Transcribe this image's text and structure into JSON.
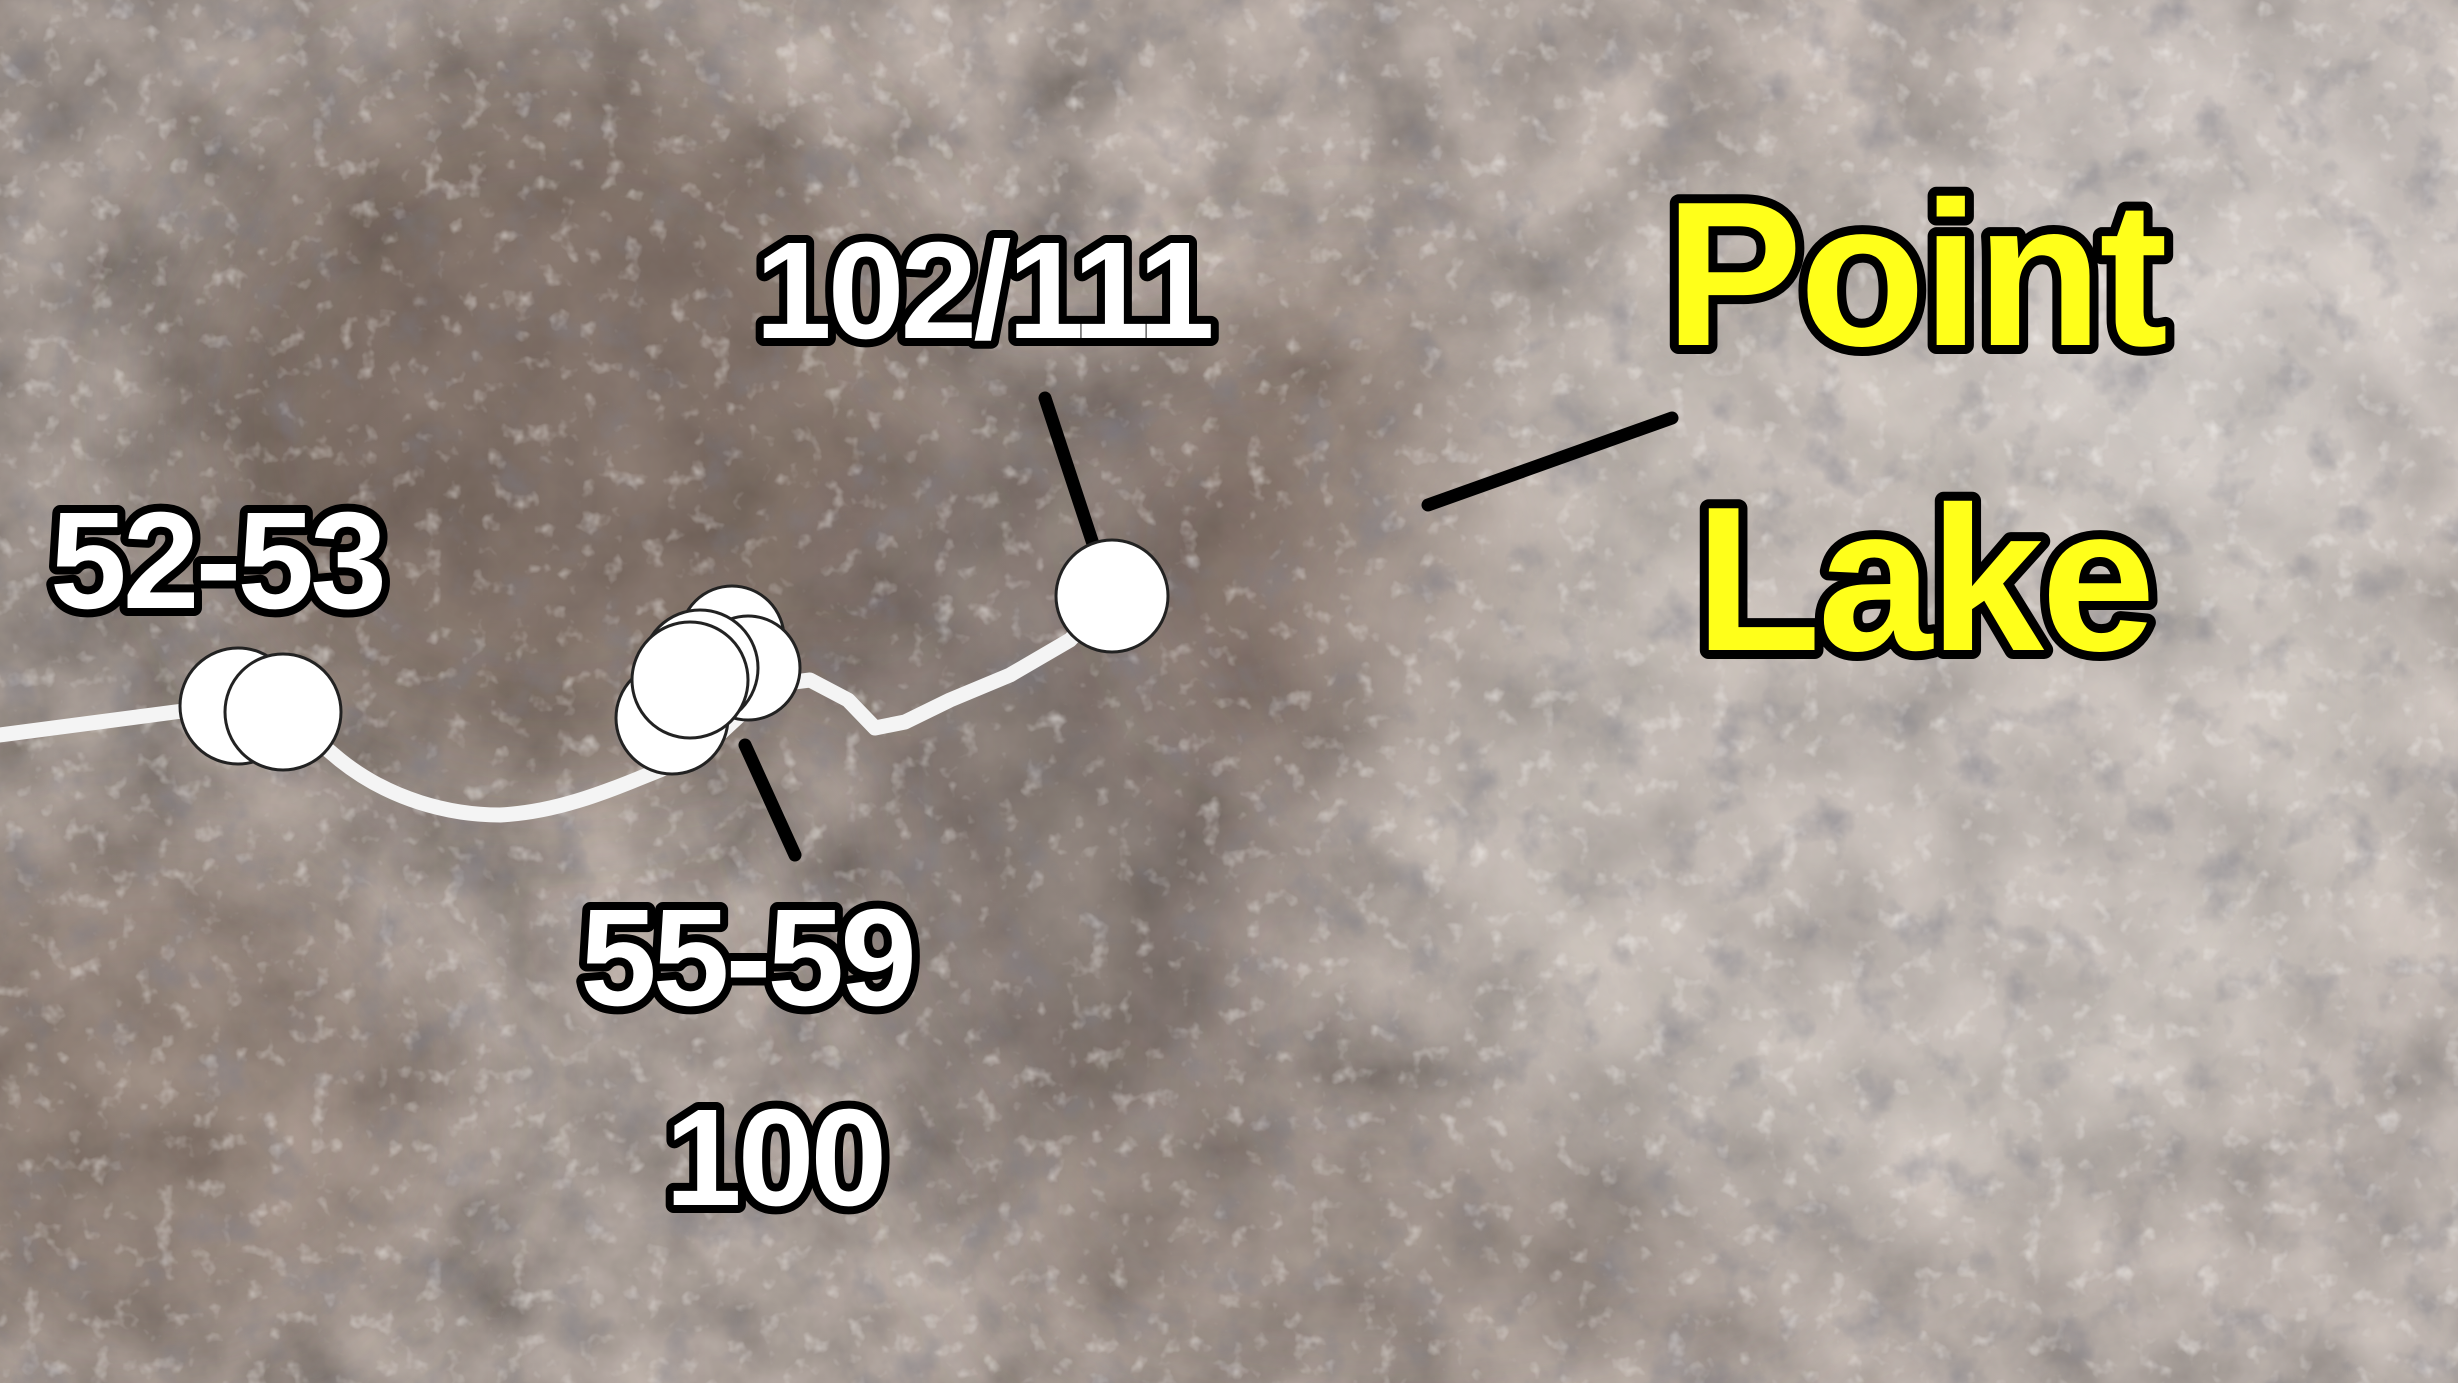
{
  "map": {
    "labels": {
      "sol_52_53": "52-53",
      "sol_102_111": "102/111",
      "sol_55_59": "55-59",
      "sol_100": "100",
      "feature_point": "Point",
      "feature_lake": "Lake"
    },
    "colors": {
      "feature_label": "#ffff1a",
      "sol_label": "#ffffff",
      "label_outline": "#000000",
      "traverse_path": "#f4f4f4",
      "stop_marker": "#ffffff"
    }
  }
}
